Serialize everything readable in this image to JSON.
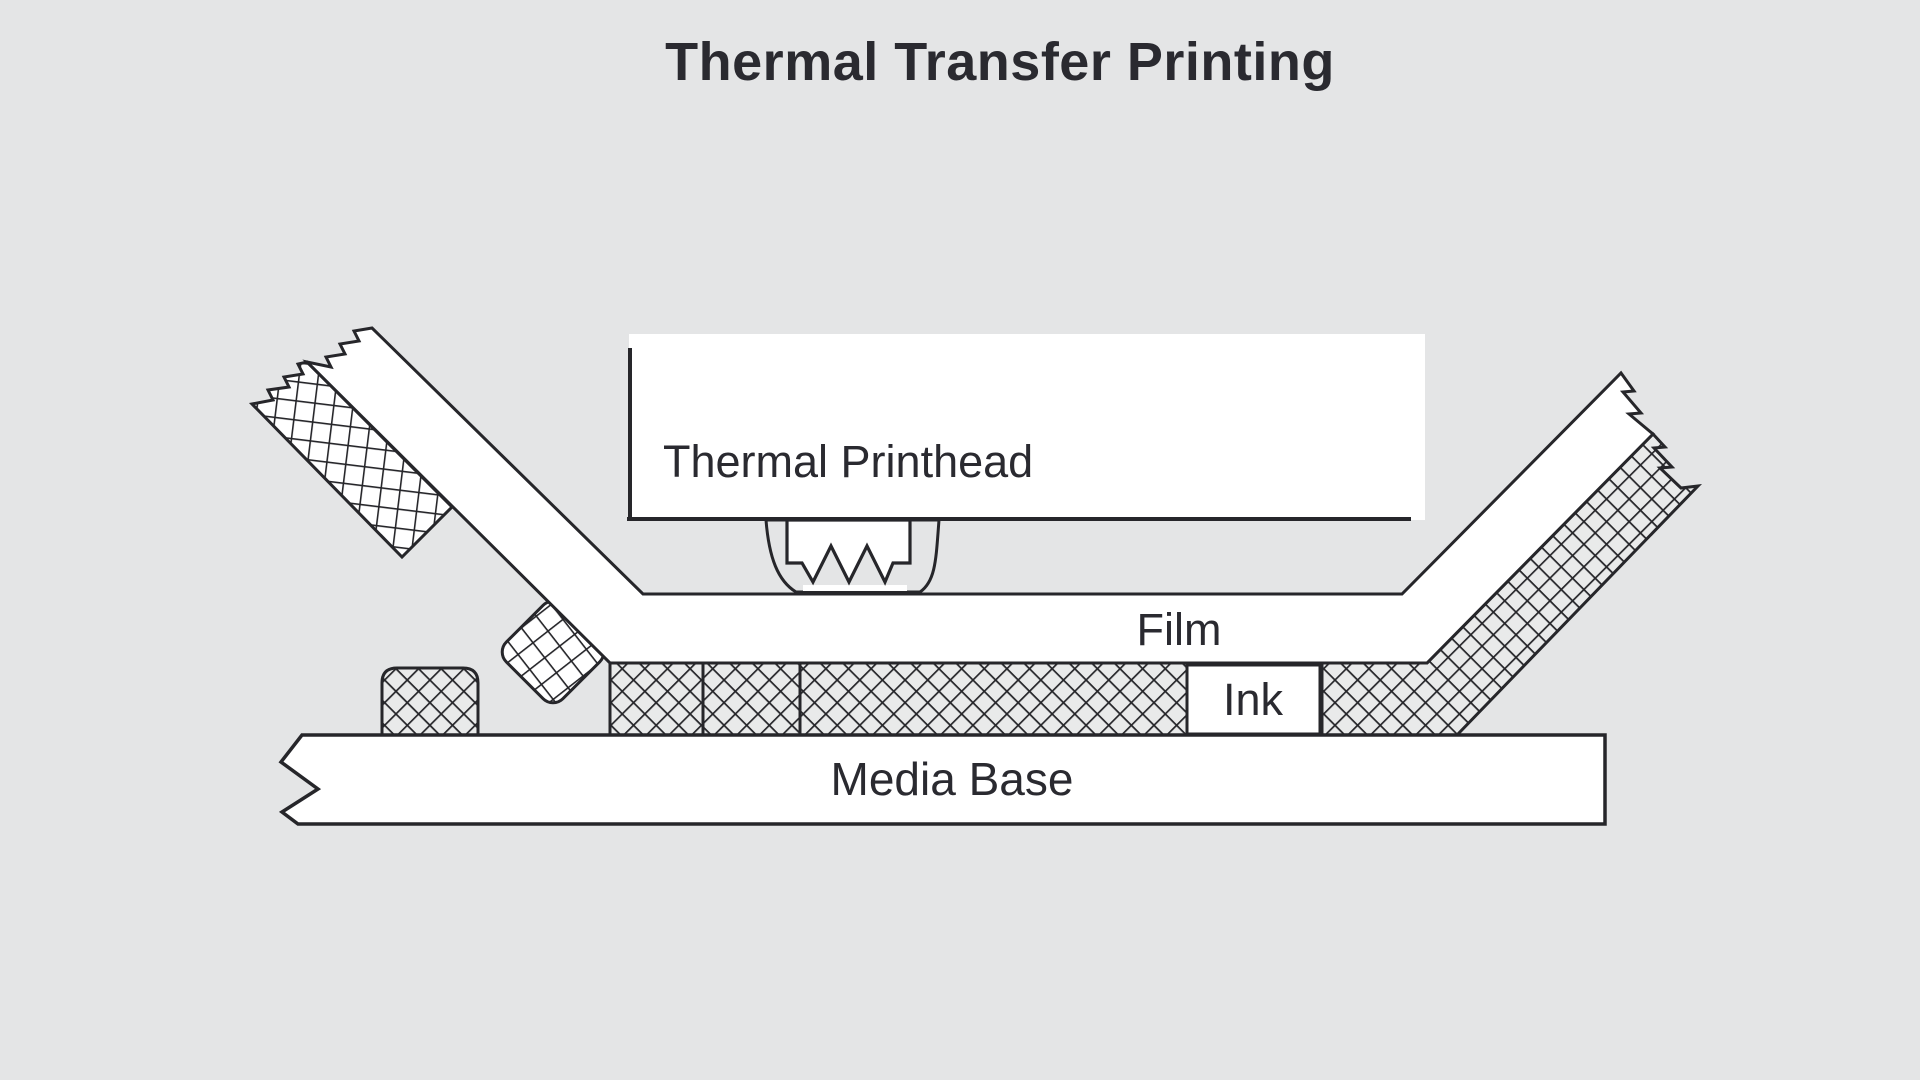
{
  "title": "Thermal Transfer Printing",
  "diagram": {
    "labels": {
      "printhead": "Thermal Printhead",
      "film": "Film",
      "ink": "Ink",
      "media_base": "Media Base"
    },
    "colors": {
      "background": "#e4e5e6",
      "line": "#26262a",
      "text": "#2a2a30",
      "white_fill": "#ffffff"
    }
  }
}
